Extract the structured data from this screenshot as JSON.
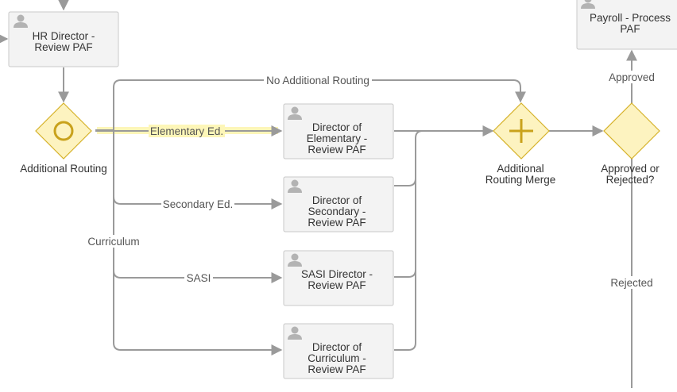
{
  "colors": {
    "task_fill": "#f3f3f3",
    "task_border": "#c8c8c8",
    "gateway_fill": "#fdf3c0",
    "gateway_border": "#d6b22a",
    "gateway_icon": "#c9a21c",
    "connector": "#9a9a9a",
    "highlight": "#fdf6b8",
    "text": "#333333"
  },
  "tasks": {
    "hr_director": {
      "lines": [
        "HR Director -",
        "Review PAF"
      ],
      "icon": "user-icon"
    },
    "payroll": {
      "lines": [
        "Payroll - Process",
        "PAF"
      ],
      "icon": "user-icon"
    },
    "dir_elementary": {
      "lines": [
        "Director of",
        "Elementary -",
        "Review PAF"
      ],
      "icon": "user-icon"
    },
    "dir_secondary": {
      "lines": [
        "Director of",
        "Secondary -",
        "Review PAF"
      ],
      "icon": "user-icon"
    },
    "sasi_director": {
      "lines": [
        "SASI Director -",
        "Review PAF"
      ],
      "icon": "user-icon"
    },
    "dir_curriculum": {
      "lines": [
        "Director of",
        "Curriculum -",
        "Review PAF"
      ],
      "icon": "user-icon"
    }
  },
  "gateways": {
    "additional_routing": {
      "type": "inclusive",
      "icon": "circle-icon",
      "label_lines": [
        "Additional Routing"
      ]
    },
    "routing_merge": {
      "type": "parallel",
      "icon": "plus-icon",
      "label_lines": [
        "Additional",
        "Routing Merge"
      ]
    },
    "approved_or_rejected": {
      "type": "exclusive",
      "icon": "",
      "label_lines": [
        "Approved or",
        "Rejected?"
      ]
    }
  },
  "flows": {
    "no_additional_routing": "No Additional Routing",
    "elementary": "Elementary Ed.",
    "secondary": "Secondary Ed.",
    "curriculum": "Curriculum",
    "sasi": "SASI",
    "approved": "Approved",
    "rejected": "Rejected"
  }
}
